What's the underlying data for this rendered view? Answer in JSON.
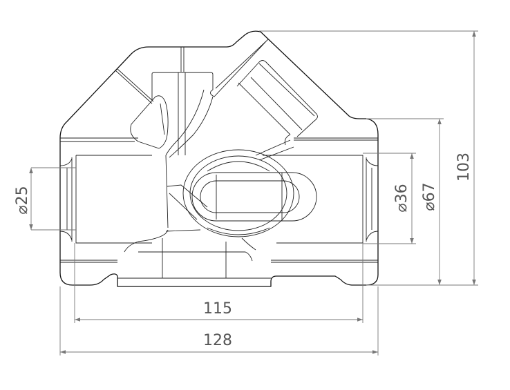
{
  "drawing": {
    "units": "mm",
    "dimensions": {
      "overall_width": "128",
      "inner_width": "115",
      "overall_height": "103",
      "diameter_67": "⌀67",
      "diameter_36": "⌀36",
      "diameter_25": "⌀25"
    },
    "colors": {
      "line": "#111111",
      "dimension": "#777777",
      "text": "#555555"
    }
  }
}
